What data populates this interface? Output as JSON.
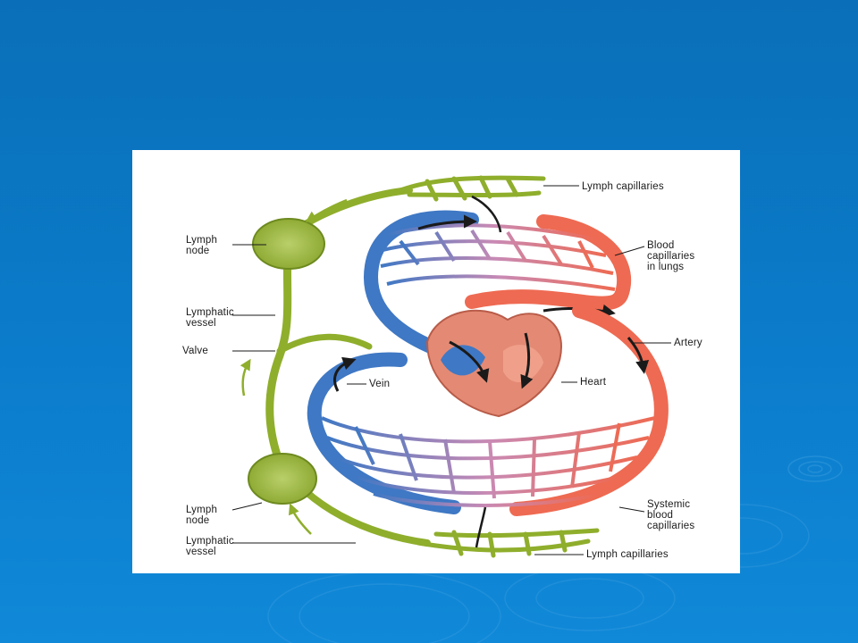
{
  "diagram": {
    "labels": {
      "lymph_capillaries_top": "Lymph capillaries",
      "blood_capillaries_lungs": "Blood\ncapillaries\nin lungs",
      "lymph_node_top": "Lymph\nnode",
      "lymphatic_vessel_top": "Lymphatic\nvessel",
      "valve": "Valve",
      "artery": "Artery",
      "vein": "Vein",
      "heart": "Heart",
      "lymph_node_bottom": "Lymph\nnode",
      "systemic_blood_capillaries": "Systemic\nblood\ncapillaries",
      "lymphatic_vessel_bottom": "Lymphatic\nvessel",
      "lymph_capillaries_bottom": "Lymph capillaries"
    },
    "colors": {
      "background": "#0b7ccb",
      "panel": "#ffffff",
      "vein_blue": "#3f78c4",
      "artery_red": "#ee6a52",
      "capillary_mix": "#c98ab4",
      "lymph_green": "#8fae2c",
      "heart": "#e48a74",
      "arrow": "#1a1a1a"
    }
  }
}
